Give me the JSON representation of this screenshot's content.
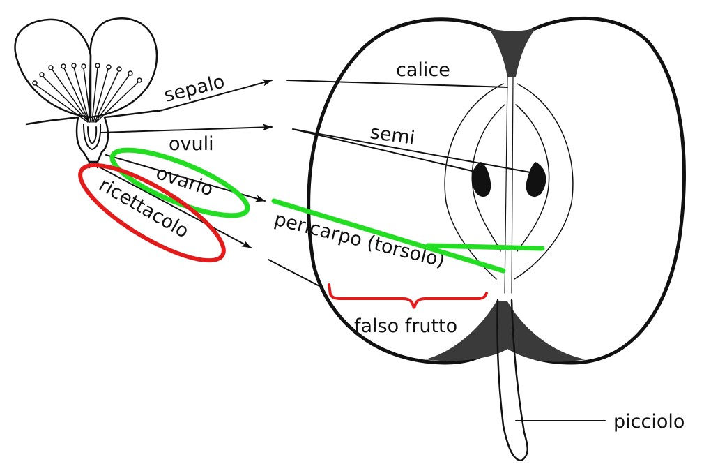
{
  "labels": {
    "sepalo": "sepalo",
    "ovuli": "ovuli",
    "ovario": "ovario",
    "ricettacolo": "ricettacolo",
    "calice": "calice",
    "semi": "semi",
    "pericarpo": "pericarpo (torsolo)",
    "falso_frutto": "falso frutto",
    "picciolo": "picciolo"
  },
  "colors": {
    "ink": "#111111",
    "highlight_green": "#22dd22",
    "highlight_red": "#e31b1b"
  }
}
